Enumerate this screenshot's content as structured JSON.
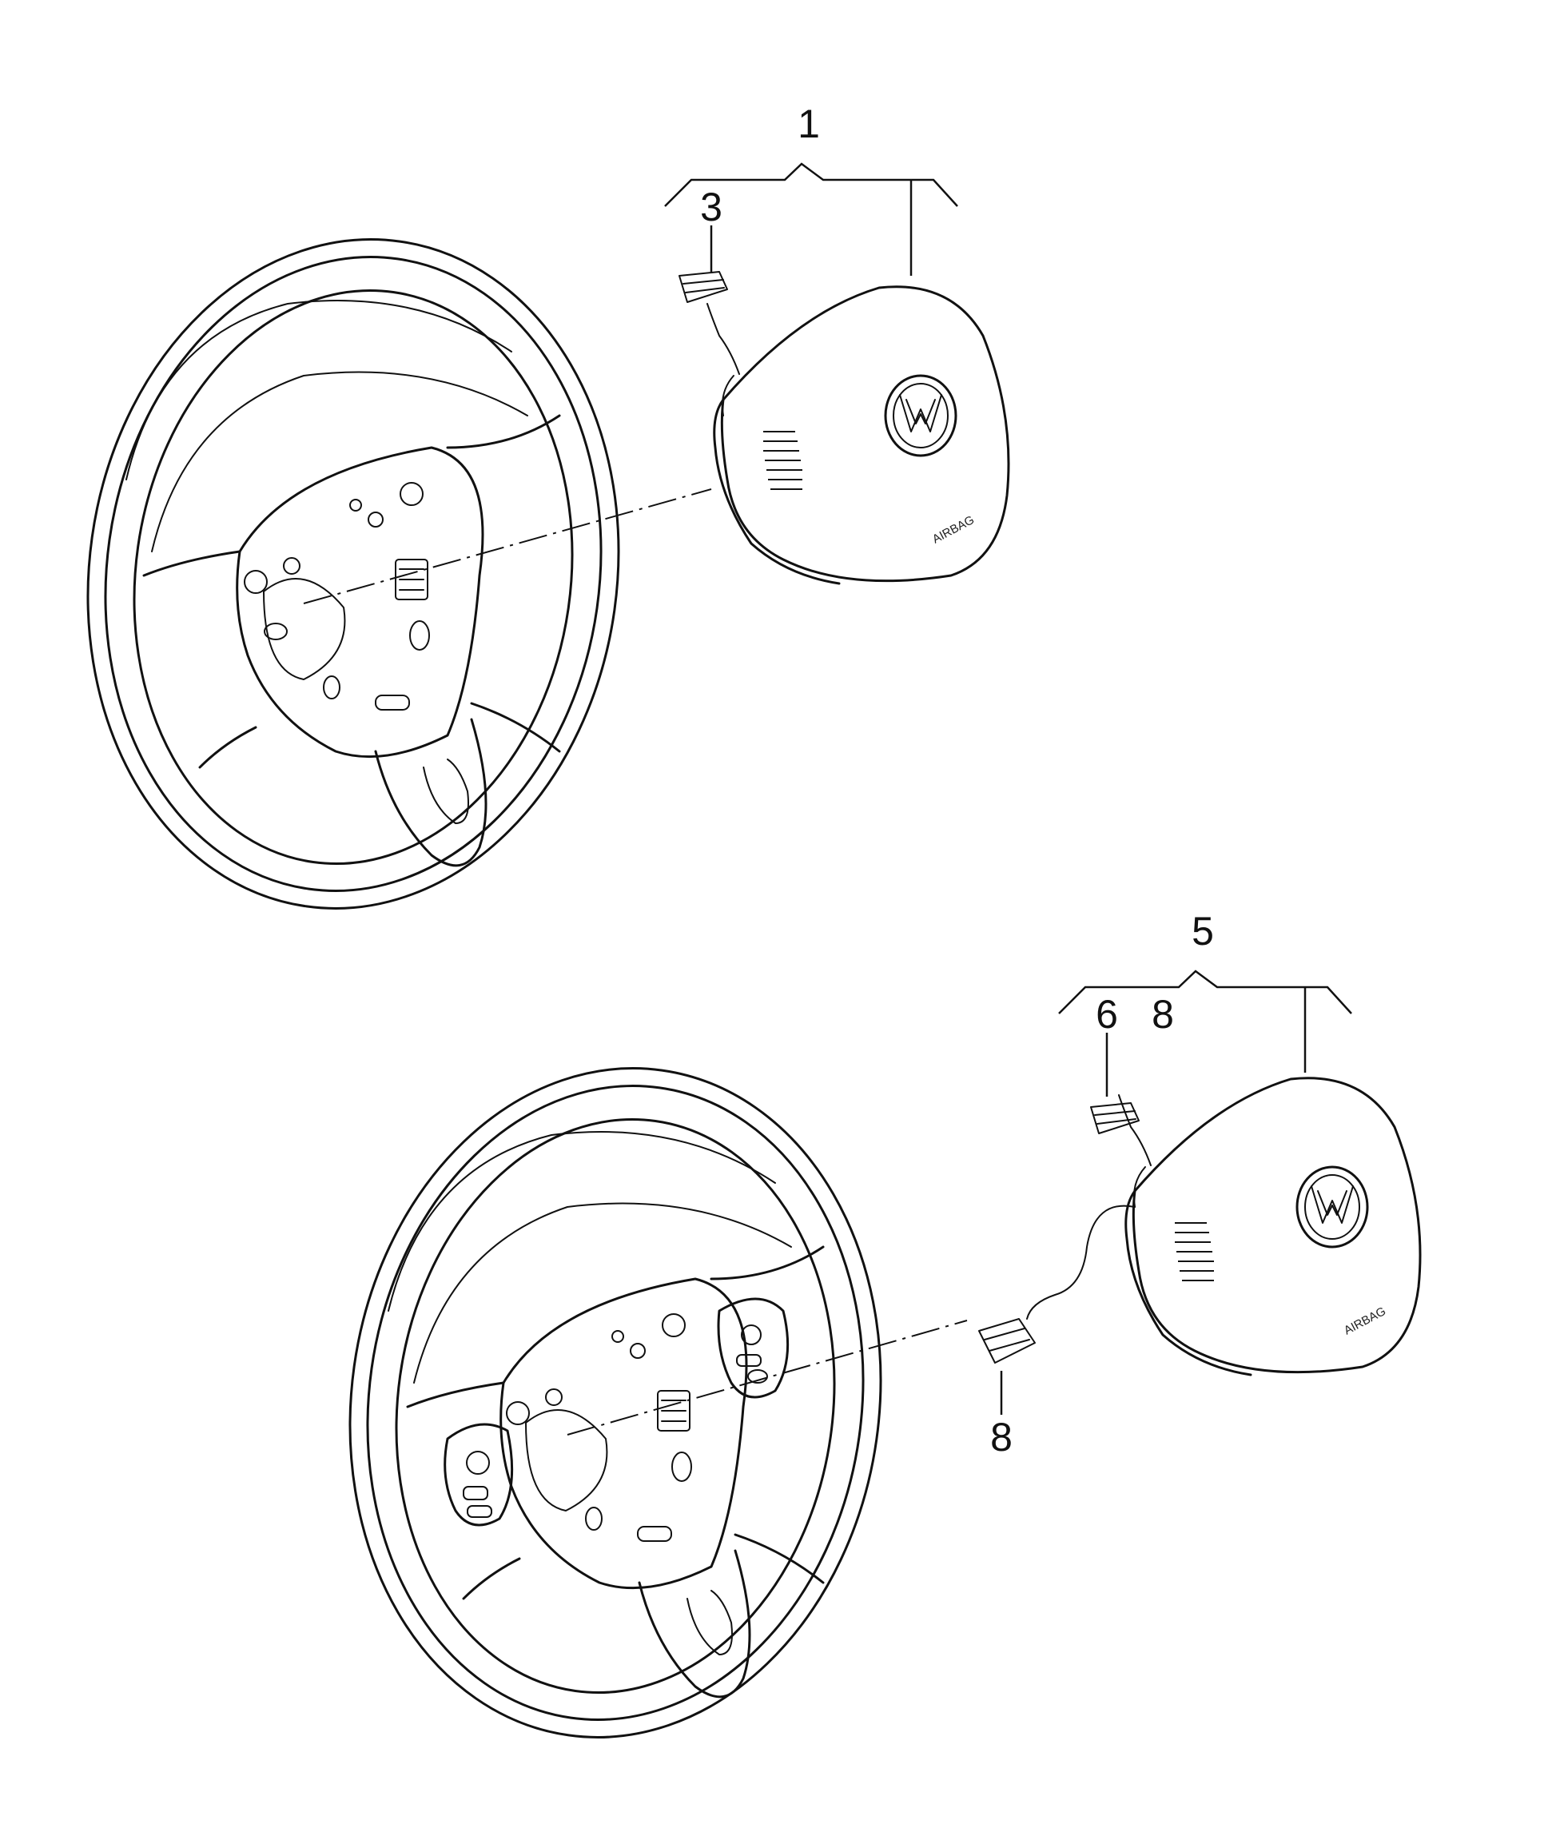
{
  "diagram": {
    "assemblies": [
      {
        "callout_label": "1",
        "sub_callouts": [
          "3"
        ],
        "airbag_text": "AIRBAG"
      },
      {
        "callout_label": "5",
        "sub_callouts": [
          "6",
          "8"
        ],
        "connector_callout": "8",
        "airbag_text": "AIRBAG"
      }
    ]
  }
}
